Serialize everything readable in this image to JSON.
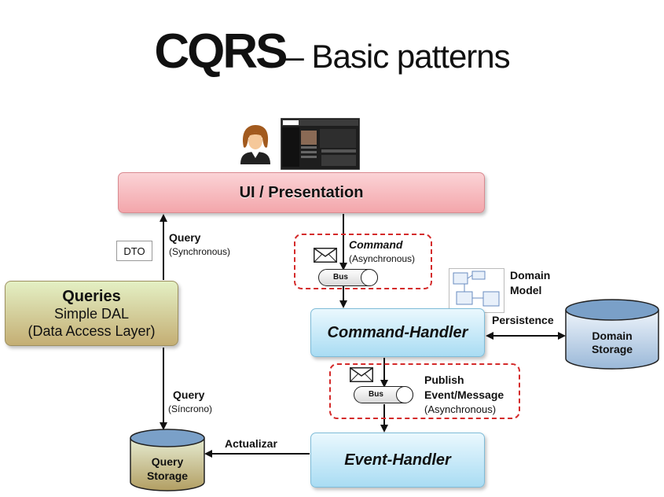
{
  "title": {
    "main": "CQRS",
    "rest": "– Basic patterns"
  },
  "ui": {
    "label": "UI / Presentation"
  },
  "queries": {
    "line1": "Queries",
    "line2": "Simple DAL",
    "line3": "(Data Access Layer)"
  },
  "dto": "DTO",
  "query_sync": {
    "label": "Query",
    "sub": "(Synchronous)"
  },
  "query_sincrono": {
    "label": "Query",
    "sub": "(Síncrono)"
  },
  "command": {
    "label": "Command",
    "sub": "(Asynchronous)"
  },
  "bus_label": "Bus",
  "domain_model": {
    "line1": "Domain",
    "line2": "Model"
  },
  "command_handler": "Command-Handler",
  "persistence": "Persistence",
  "domain_storage": {
    "line1": "Domain",
    "line2": "Storage"
  },
  "publish": {
    "line1": "Publish",
    "line2": "Event/Message",
    "line3": "(Asynchronous)"
  },
  "event_handler": "Event-Handler",
  "actualizar": "Actualizar",
  "query_storage": {
    "line1": "Query",
    "line2": "Storage"
  },
  "colors": {
    "ui_fill": "#f3a6ab",
    "handler_fill": "#a9dcf3",
    "queries_fill": "#c4ae74",
    "dashed_border": "#d42a2a",
    "storage_fill": "#7aa0c8"
  }
}
